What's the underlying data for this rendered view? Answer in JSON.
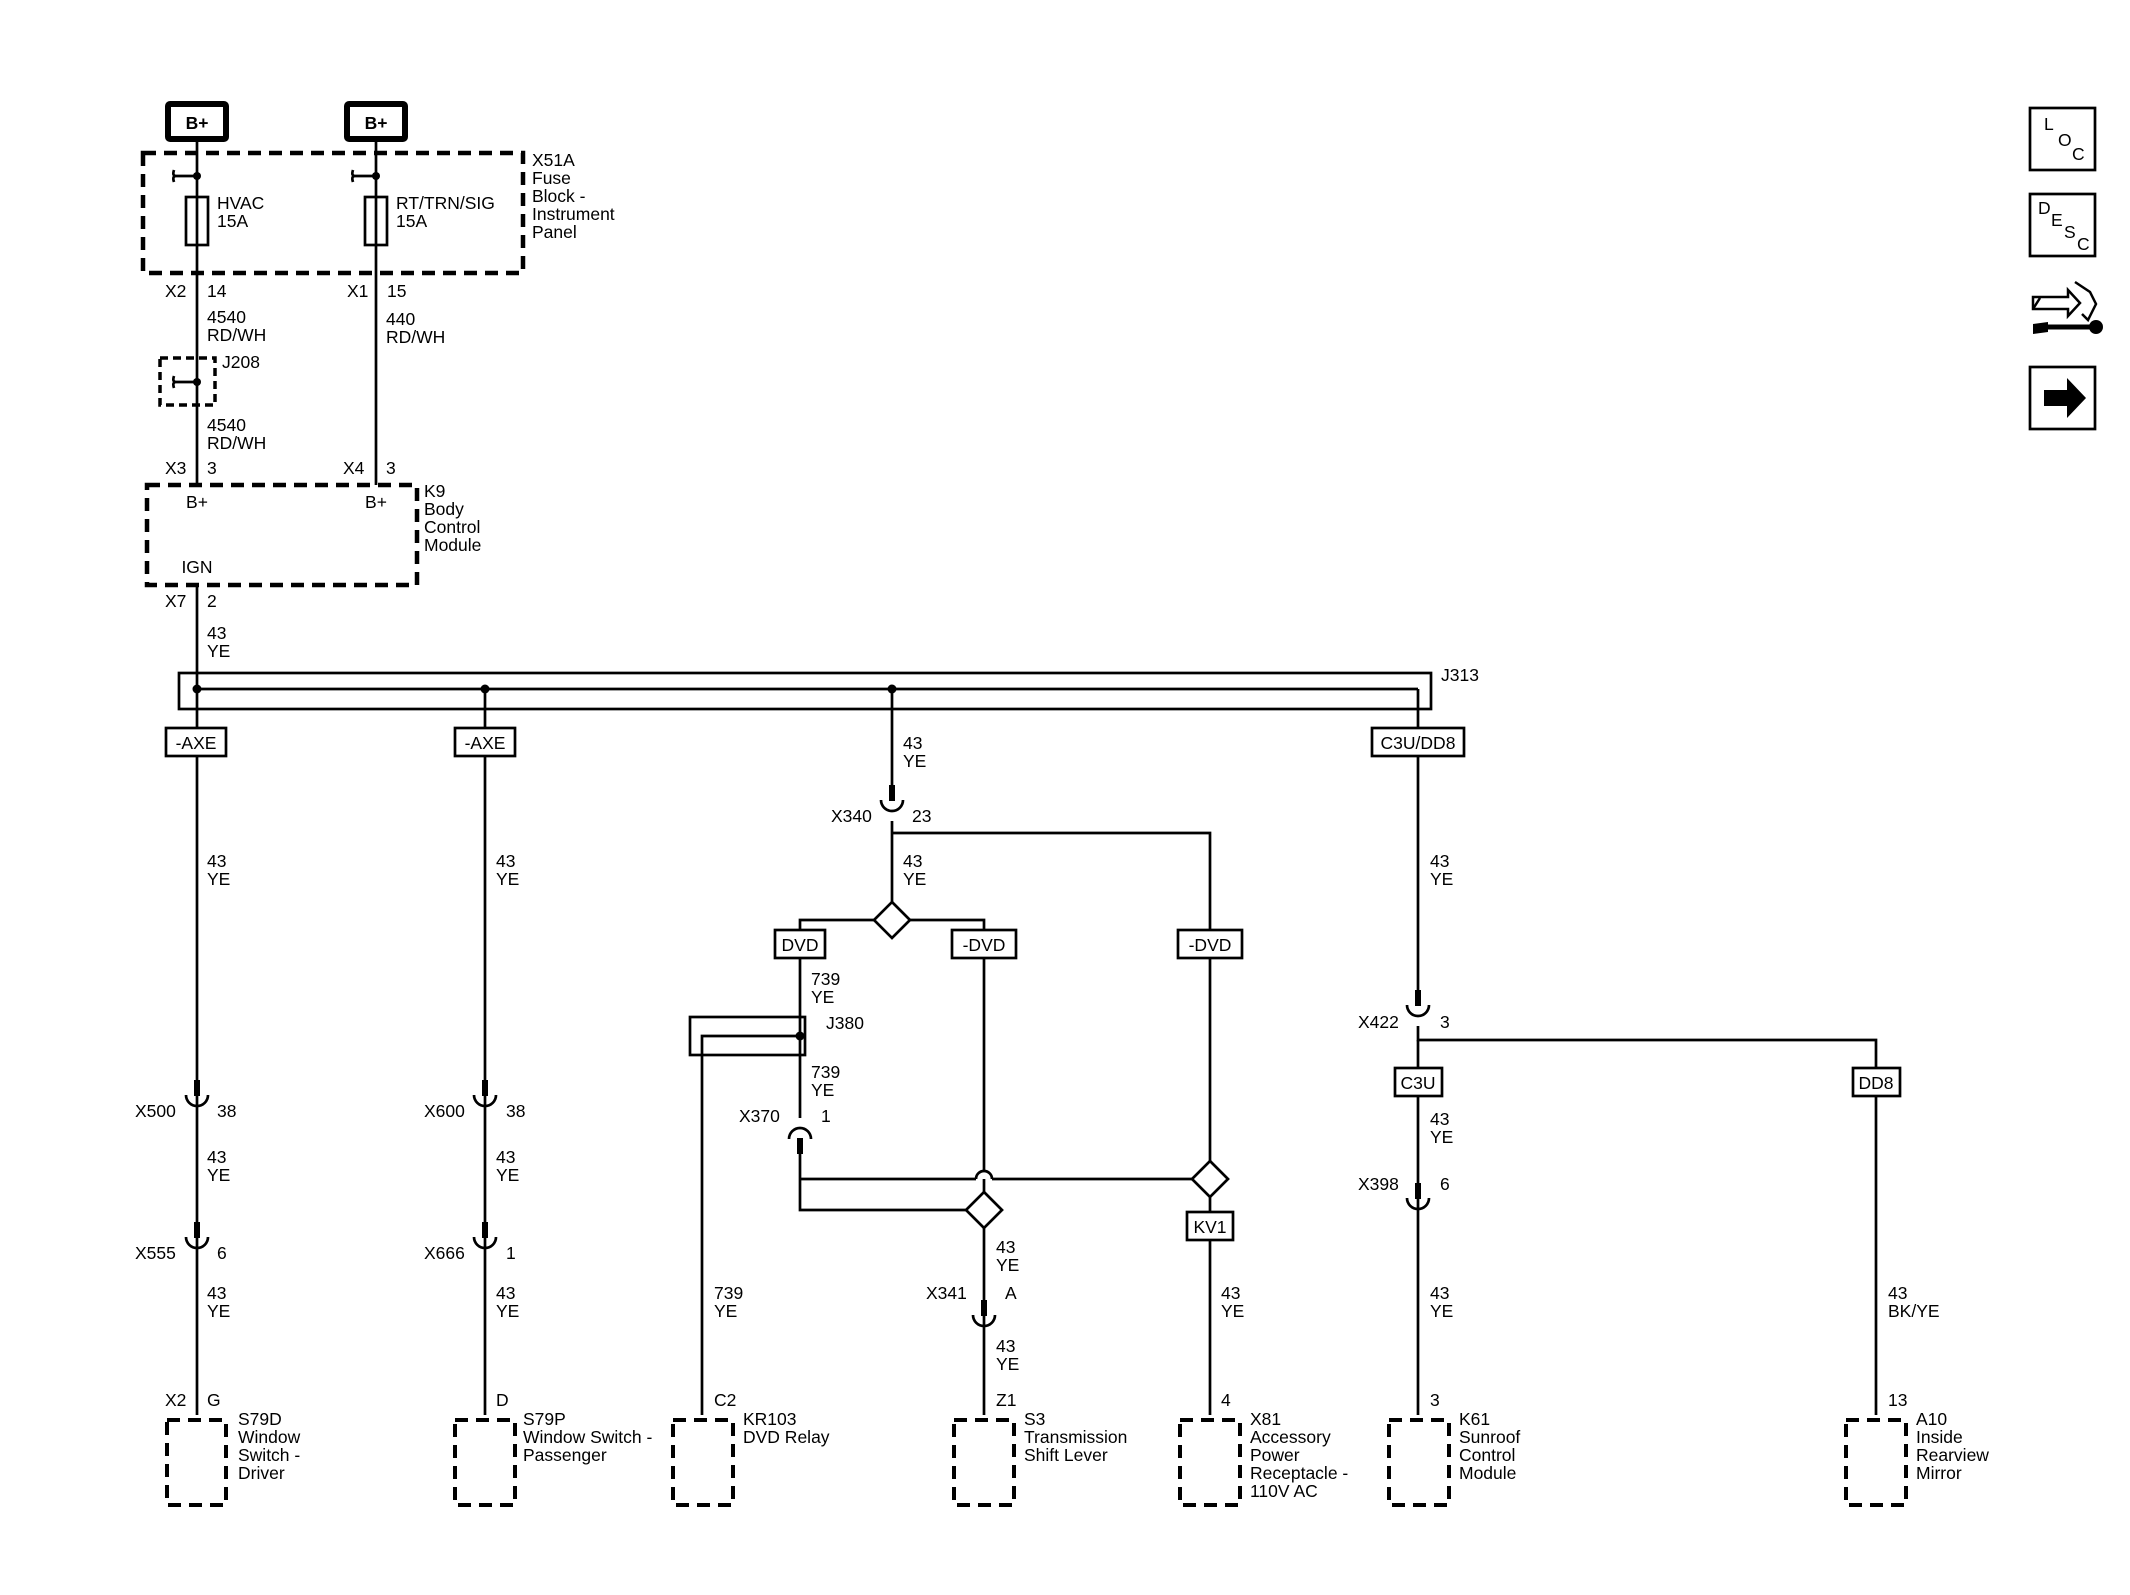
{
  "power": {
    "bplus1": "B+",
    "bplus2": "B+"
  },
  "fuse_block": {
    "name": [
      "X51A",
      "Fuse",
      "Block -",
      "Instrument",
      "Panel"
    ],
    "hvac": [
      "HVAC",
      "15A"
    ],
    "rt": [
      "RT/TRN/SIG",
      "15A"
    ],
    "hvac_conn": "X2",
    "hvac_pin": "14",
    "rt_conn": "X1",
    "rt_pin": "15"
  },
  "wires_top": {
    "w4540a": [
      "4540",
      "RD/WH"
    ],
    "w440": [
      "440",
      "RD/WH"
    ],
    "w4540b": [
      "4540",
      "RD/WH"
    ],
    "j208": "J208"
  },
  "bcm": {
    "name": [
      "K9",
      "Body",
      "Control",
      "Module"
    ],
    "c1": "X3",
    "p1": "3",
    "t1": "B+",
    "c2": "X4",
    "p2": "3",
    "t2": "B+",
    "ign": "IGN",
    "c3": "X7",
    "p3": "2"
  },
  "ign_wire": [
    "43",
    "YE"
  ],
  "splice_main": "J313",
  "options": {
    "axe1": "-AXE",
    "axe2": "-AXE",
    "c3udd8": "C3U/DD8",
    "dvd": "DVD",
    "ndvd1": "-DVD",
    "ndvd2": "-DVD",
    "kv1": "KV1",
    "c3u": "C3U",
    "dd8": "DD8"
  },
  "branch1": {
    "w1": [
      "43",
      "YE"
    ],
    "c1": "X500",
    "p1": "38",
    "w2": [
      "43",
      "YE"
    ],
    "c2": "X555",
    "p2": "6",
    "w3": [
      "43",
      "YE"
    ],
    "cc": "X2",
    "cp": "G",
    "comp": [
      "S79D",
      "Window",
      "Switch -",
      "Driver"
    ]
  },
  "branch2": {
    "w1": [
      "43",
      "YE"
    ],
    "c1": "X600",
    "p1": "38",
    "w2": [
      "43",
      "YE"
    ],
    "c2": "X666",
    "p2": "1",
    "w3": [
      "43",
      "YE"
    ],
    "cp": "D",
    "comp": [
      "S79P",
      "Window Switch -",
      "Passenger"
    ]
  },
  "branch3": {
    "w0": [
      "43",
      "YE"
    ],
    "c0": "X340",
    "p0": "23",
    "w1": [
      "43",
      "YE"
    ],
    "w739a": [
      "739",
      "YE"
    ],
    "j380": "J380",
    "w739b": [
      "739",
      "YE"
    ],
    "c370": "X370",
    "p370": "1",
    "w739c": [
      "739",
      "YE"
    ],
    "cp1": "C2",
    "relay": [
      "KR103",
      "DVD Relay"
    ],
    "w43a": [
      "43",
      "YE"
    ],
    "c341": "X341",
    "p341": "A",
    "w43b": [
      "43",
      "YE"
    ],
    "cp2": "Z1",
    "s3": [
      "S3",
      "Transmission",
      "Shift Lever"
    ],
    "w43c": [
      "43",
      "YE"
    ],
    "cp3": "4",
    "x81": [
      "X81",
      "Accessory",
      "Power",
      "Receptacle -",
      "110V AC"
    ]
  },
  "branch4": {
    "w1": [
      "43",
      "YE"
    ],
    "c1": "X422",
    "p1": "3",
    "w2": [
      "43",
      "YE"
    ],
    "c2": "X398",
    "p2": "6",
    "w3": [
      "43",
      "YE"
    ],
    "cp": "3",
    "k61": [
      "K61",
      "Sunroof",
      "Control",
      "Module"
    ],
    "w4": [
      "43",
      "BK/YE"
    ],
    "cp2": "13",
    "a10": [
      "A10",
      "Inside",
      "Rearview",
      "Mirror"
    ]
  },
  "nav": {
    "loc": [
      "L",
      "O",
      "C"
    ],
    "desc": [
      "D",
      "E",
      "S",
      "C"
    ]
  }
}
